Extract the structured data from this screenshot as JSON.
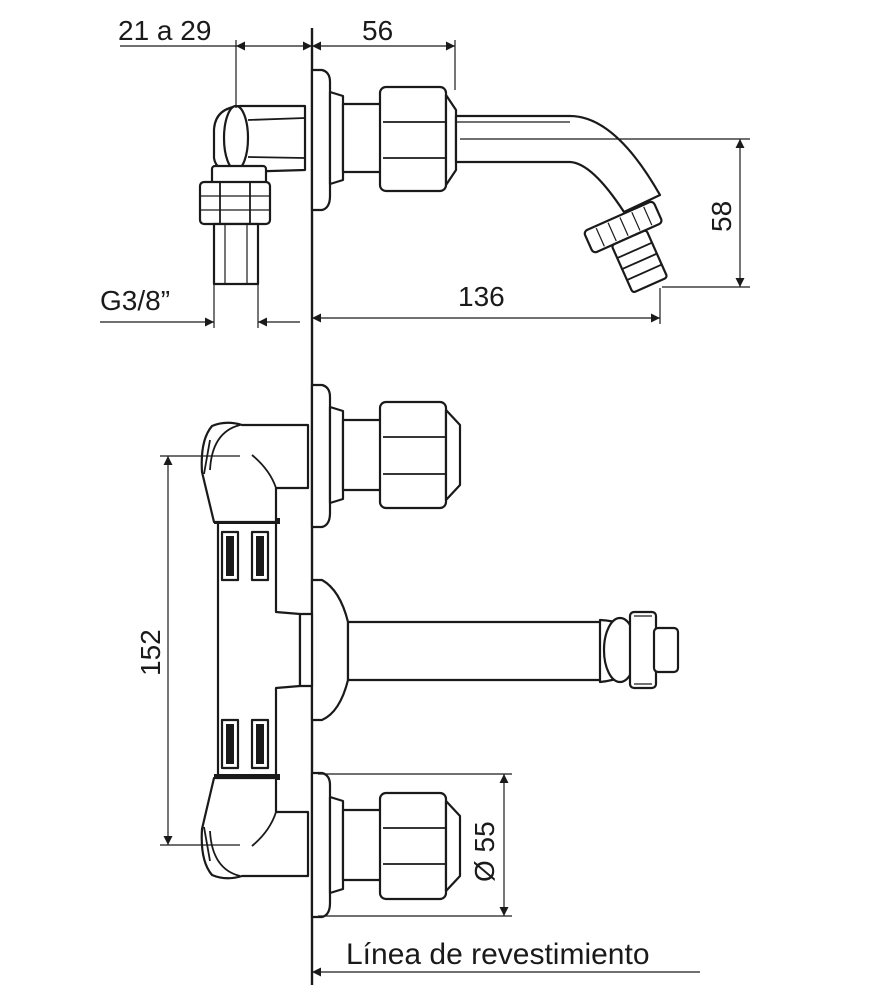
{
  "dimensions": {
    "wall_offset": "21 a 29",
    "handle_depth": "56",
    "spout_drop": "58",
    "spout_reach": "136",
    "thread": "G3/8”",
    "center_distance": "152",
    "handle_diameter": "Ø 55"
  },
  "labels": {
    "finish_line": "Línea de revestimiento"
  },
  "colors": {
    "line": "#1a1a1a",
    "background": "#ffffff"
  }
}
